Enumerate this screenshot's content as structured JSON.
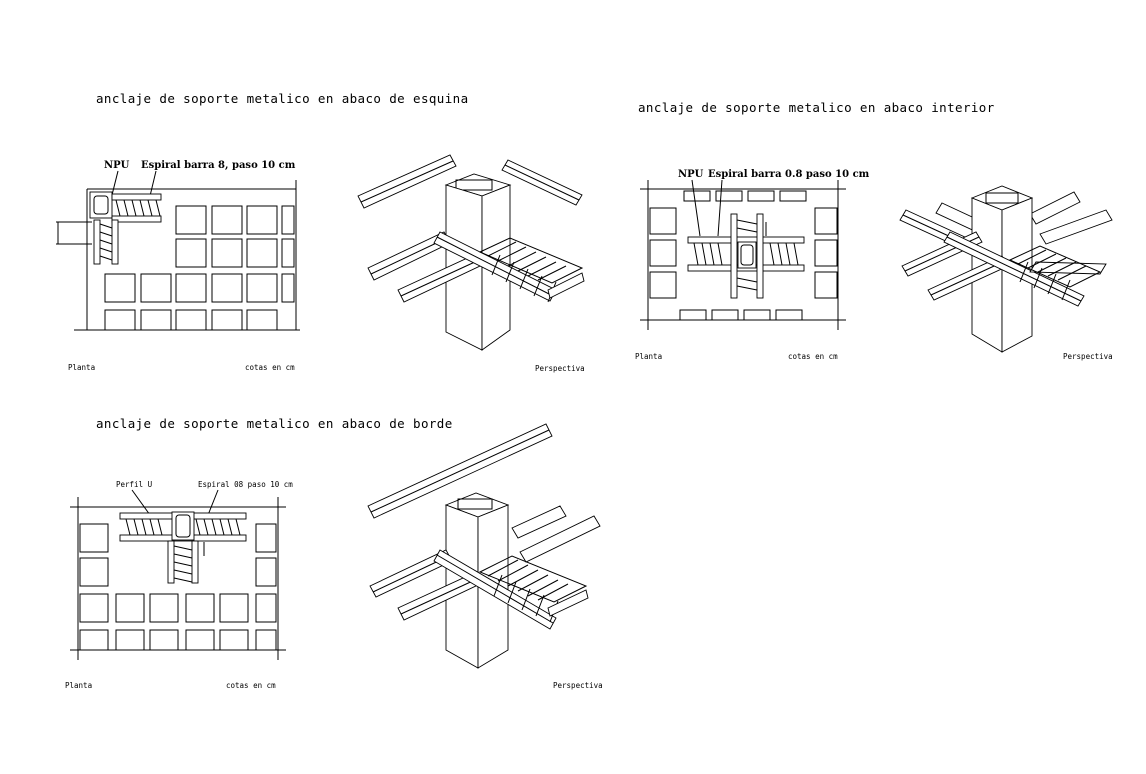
{
  "sections": {
    "corner": {
      "title": "anclaje de soporte metalico en abaco de esquina",
      "npu": "NPU",
      "spiral": "Espiral barra 8, paso 10 cm",
      "planta": "Planta",
      "cotas": "cotas en cm",
      "perspectiva": "Perspectiva"
    },
    "interior": {
      "title": "anclaje de soporte metalico en abaco interior",
      "npu": "NPU",
      "spiral": "Espiral barra 0.8 paso 10 cm",
      "planta": "Planta",
      "cotas": "cotas en cm",
      "perspectiva": "Perspectiva"
    },
    "edge": {
      "title": "anclaje de soporte metalico en abaco de borde",
      "perfil": "Perfil U",
      "spiral": "Espiral 08 paso 10 cm",
      "planta": "Planta",
      "cotas": "cotas en cm",
      "perspectiva": "Perspectiva"
    }
  }
}
